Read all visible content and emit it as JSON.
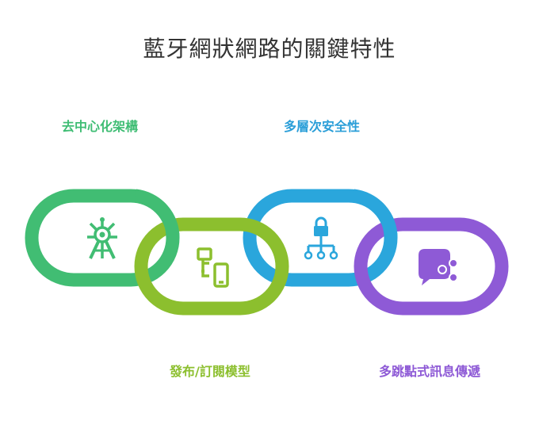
{
  "diagram": {
    "title": "藍牙網狀網路的關鍵特性",
    "features": [
      {
        "label": "去中心化架構",
        "icon": "decentralized-network-icon",
        "color": "#41bd73"
      },
      {
        "label": "發布/訂閱模型",
        "icon": "devices-icon",
        "color": "#8cbf2e"
      },
      {
        "label": "多層次安全性",
        "icon": "lock-network-icon",
        "color": "#2aa6dc"
      },
      {
        "label": "多跳點式訊息傳遞",
        "icon": "share-message-icon",
        "color": "#8e5ad6"
      }
    ]
  }
}
